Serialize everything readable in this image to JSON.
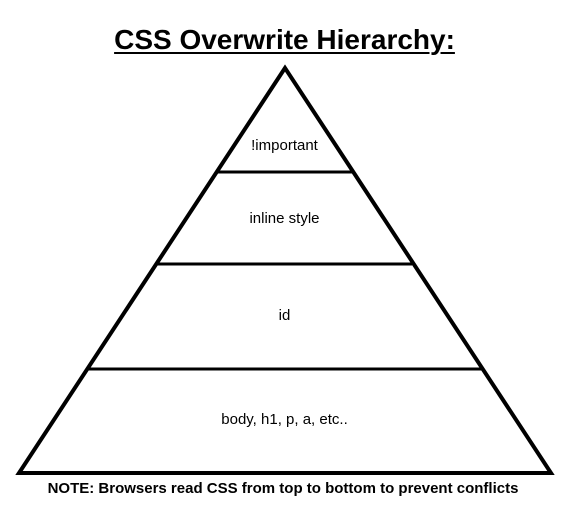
{
  "title": "CSS Overwrite Hierarchy:",
  "tiers": [
    {
      "label": "!important"
    },
    {
      "label": "inline style"
    },
    {
      "label": "id"
    },
    {
      "label": "body, h1, p, a, etc.."
    }
  ],
  "note": "NOTE: Browsers read CSS from top to bottom to prevent conflicts",
  "colors": {
    "stroke": "#000000",
    "background": "#ffffff"
  }
}
